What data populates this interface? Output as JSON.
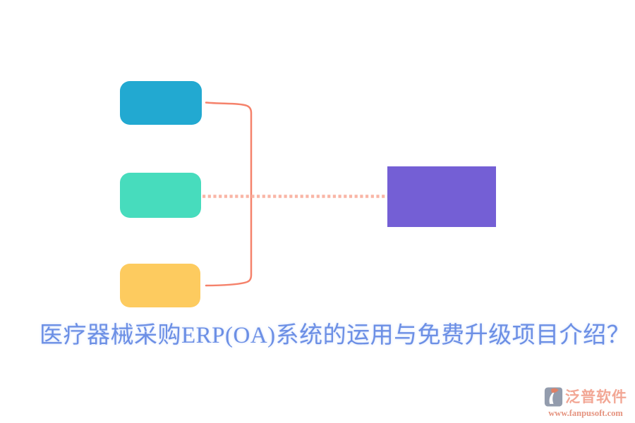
{
  "title": {
    "text": "医疗器械采购ERP(OA)系统的运用与免费升级项目介绍？",
    "color": "#6c8fe5"
  },
  "diagram": {
    "nodes": [
      {
        "id": "top",
        "color": "#22a9d1"
      },
      {
        "id": "middle",
        "color": "#47dcbd"
      },
      {
        "id": "bottom",
        "color": "#fdcb5f"
      },
      {
        "id": "result",
        "color": "#745fd5"
      }
    ],
    "connector_solid_color": "#f5826b",
    "connector_dotted_color": "#f9b6a6"
  },
  "footer_logo": {
    "icon": "fanpu-logo-mark",
    "icon_gray": "#939cad",
    "icon_accent": "#df8066",
    "brand": "泛普软件",
    "brand_color": "#f2a795",
    "url": "www.fanpusoft.com",
    "url_color": "#e5937f"
  }
}
